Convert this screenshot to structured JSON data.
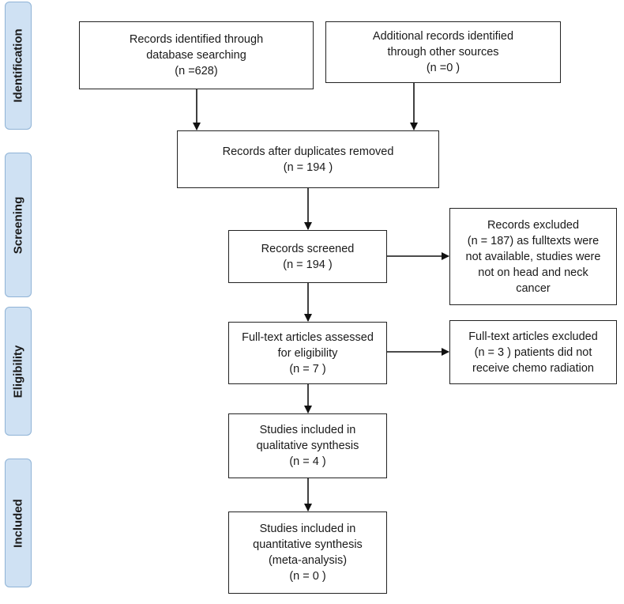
{
  "phases": {
    "identification": "Identification",
    "screening": "Screening",
    "eligibility": "Eligibility",
    "included": "Included"
  },
  "boxes": {
    "database_records": [
      "Records identified through",
      "database searching",
      "(n =628)"
    ],
    "other_records": [
      "Additional records identified",
      "through other sources",
      "(n =0 )"
    ],
    "duplicates_removed": [
      "Records after duplicates removed",
      "(n = 194  )"
    ],
    "records_screened": [
      "Records screened",
      "(n = 194  )"
    ],
    "records_excluded": [
      "Records excluded",
      "(n = 187) as fulltexts were",
      "not available, studies were",
      "not on head and neck",
      "cancer"
    ],
    "fulltext_assessed": [
      "Full-text articles assessed",
      "for eligibility",
      "(n = 7 )"
    ],
    "fulltext_excluded": [
      "Full-text articles excluded",
      "(n = 3  ) patients did not",
      "receive chemo radiation"
    ],
    "qualitative_synthesis": [
      "Studies included in",
      "qualitative synthesis",
      "(n = 4 )"
    ],
    "quantitative_synthesis": [
      "Studies included in",
      "quantitative synthesis",
      "(meta-analysis)",
      "(n =  0 )"
    ]
  }
}
